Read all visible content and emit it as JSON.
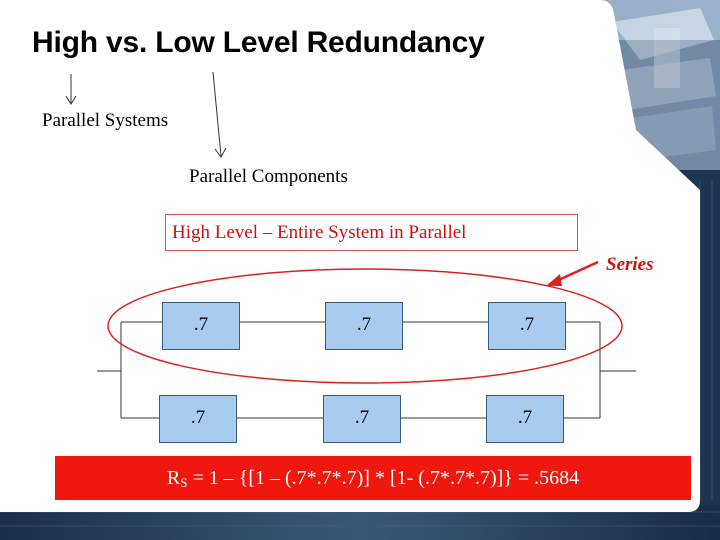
{
  "slide": {
    "title": "High vs. Low Level Redundancy",
    "labels": {
      "parallel_systems": "Parallel Systems",
      "parallel_components": "Parallel Components",
      "high_level": "High Level – Entire System in Parallel",
      "series": "Series"
    },
    "components": {
      "top_row": [
        ".7",
        ".7",
        ".7"
      ],
      "bottom_row": [
        ".7",
        ".7",
        ".7"
      ]
    },
    "formula": {
      "r": "R",
      "sub": "S",
      "expression": " = 1 – {[1 – (.7*.7*.7)] * [1- (.7*.7*.7)]} = .5684"
    },
    "colors": {
      "accent_red": "#f0170f",
      "component_fill": "#a8ccf0",
      "background_blue": "#1e3552"
    }
  }
}
